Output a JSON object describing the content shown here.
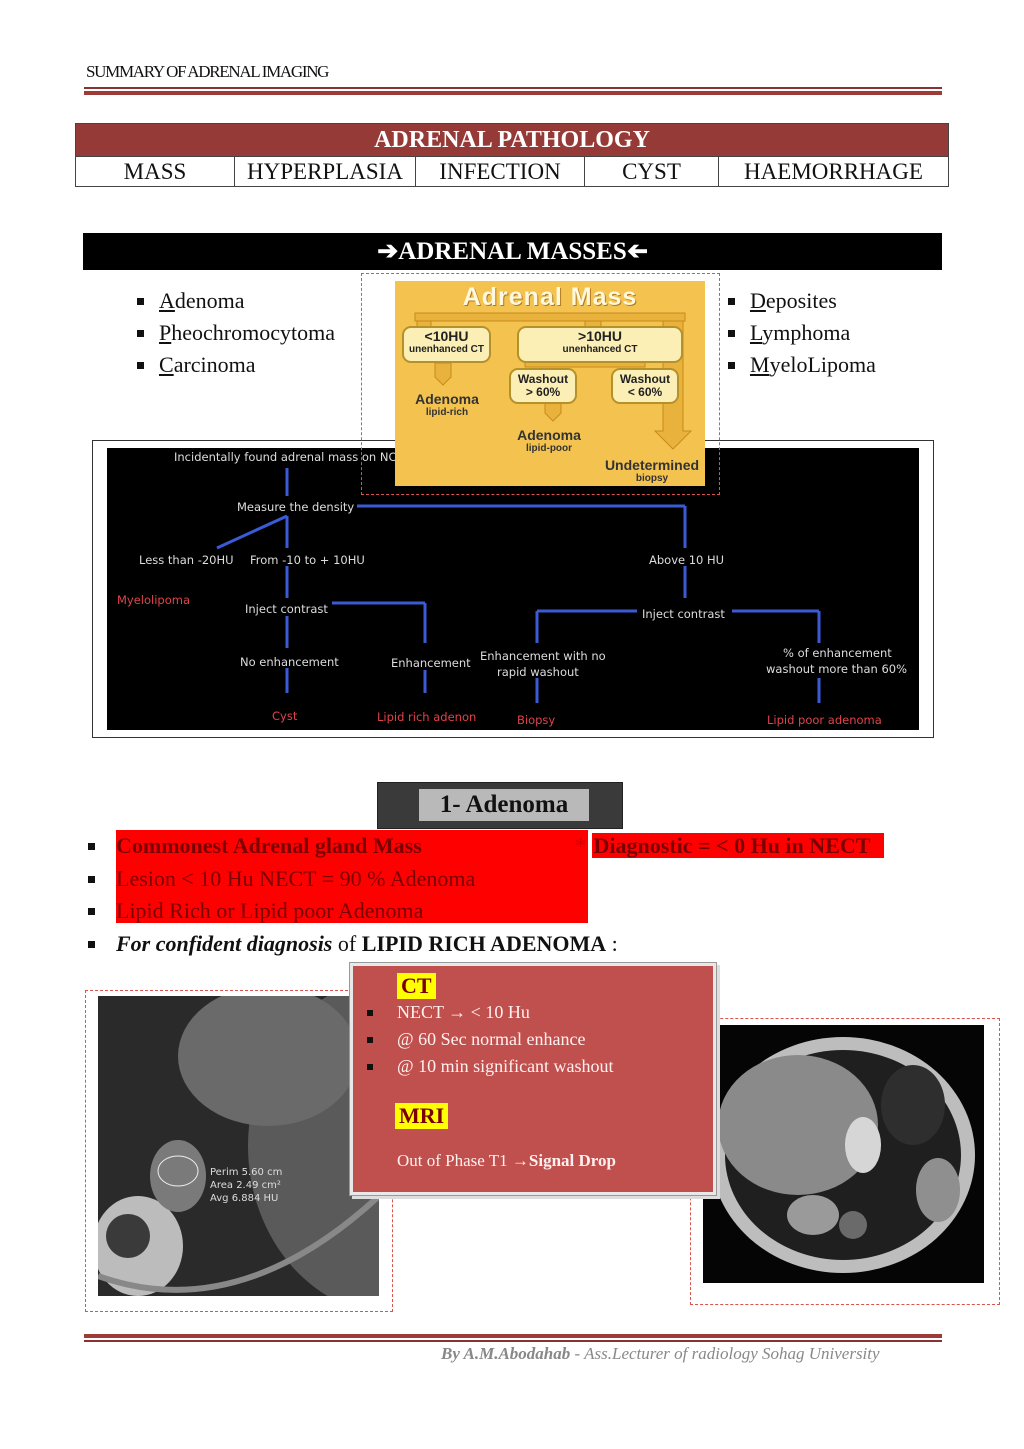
{
  "header": {
    "title": "SUMMARY OF ADRENAL IMAGING"
  },
  "pathology": {
    "title": "ADRENAL PATHOLOGY",
    "columns": [
      "MASS",
      "HYPERPLASIA",
      "INFECTION",
      "CYST",
      "HAEMORRHAGE"
    ]
  },
  "masses": {
    "banner": "ADRENAL MASSES",
    "left_list": [
      {
        "initial": "A",
        "rest": "denoma"
      },
      {
        "initial": "P",
        "rest": "heochromocytoma"
      },
      {
        "initial": "C",
        "rest": "arcinoma"
      }
    ],
    "right_list": [
      {
        "initial": "D",
        "rest": "eposites"
      },
      {
        "initial": "L",
        "rest": "ymphoma"
      },
      {
        "initial": "M",
        "rest": "yeloLipoma"
      }
    ]
  },
  "mass_chart": {
    "title": "Adrenal Mass",
    "box_lt10_a": "<10HU",
    "box_lt10_b": "unenhanced CT",
    "box_gt10_a": ">10HU",
    "box_gt10_b": "unenhanced CT",
    "washout_gt_a": "Washout",
    "washout_gt_b": "> 60%",
    "washout_lt_a": "Washout",
    "washout_lt_b": "< 60%",
    "adenoma_rich": "Adenoma",
    "adenoma_rich_sub": "lipid-rich",
    "adenoma_poor": "Adenoma",
    "adenoma_poor_sub": "lipid-poor",
    "undetermined": "Undetermined",
    "undetermined_sub": "biopsy"
  },
  "flowchart": {
    "start": "Incidentally found adrenal mass on NCCT",
    "measure": "Measure the density",
    "less20": "Less than -20HU",
    "from10": "From -10 to + 10HU",
    "above10": "Above 10 HU",
    "myelolipoma": "Myelolipoma",
    "inject1": "Inject contrast",
    "inject2": "Inject contrast",
    "no_enh": "No enhancement",
    "enh": "Enhancement",
    "enh_no_washout_a": "Enhancement with no",
    "enh_no_washout_b": "rapid washout",
    "pct_enh_a": "% of enhancement",
    "pct_enh_b": "washout more than 60%",
    "cyst": "Cyst",
    "lipid_rich": "Lipid rich adenon",
    "biopsy": "Biopsy",
    "lipid_poor": "Lipid poor adenoma"
  },
  "adenoma": {
    "heading": "1- Adenoma",
    "items": [
      "Commonest Adrenal gland Mass",
      "Lesion < 10 Hu NECT = 90 % Adenoma",
      "Lipid Rich  or   Lipid poor Adenoma"
    ],
    "confident_italic": "For confident diagnosis",
    "confident_of": " of ",
    "confident_bold": "LIPID RICH ADENOMA",
    "confident_colon": " :",
    "diag_star": "* ",
    "diag_text": "Diagnostic = < 0 Hu in NECT"
  },
  "ct_box": {
    "ct_label": "CT",
    "ct_items": [
      "NECT → < 10 Hu",
      "@ 60 Sec normal enhance",
      "@ 10 min significant washout"
    ],
    "mri_label": "MRI",
    "mri_text": "Out of Phase T1 ",
    "mri_arrow": "→",
    "mri_bold": "Signal Drop"
  },
  "ct_image": {
    "line1": "Perim 5.60 cm",
    "line2": "Area 2.49 cm²",
    "line3": "Avg 6.884 HU"
  },
  "footer": {
    "author": "By A.M.Abodahab",
    "sep": " - ",
    "role": "Ass.Lecturer of radiology Sohag University"
  },
  "colors": {
    "accent_red": "#c0504d",
    "header_red": "#953a37",
    "highlight_red": "#ff0000",
    "yellow": "#ffff00"
  }
}
